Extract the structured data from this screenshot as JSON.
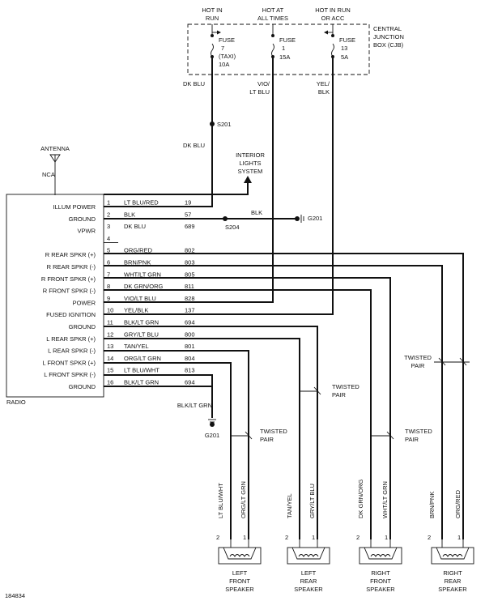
{
  "fuses": [
    {
      "header": [
        "HOT IN",
        "RUN"
      ],
      "label": [
        "FUSE",
        "7",
        "(TAXI)",
        "10A"
      ],
      "wire": [
        "DK BLU"
      ]
    },
    {
      "header": [
        "HOT AT",
        "ALL TIMES"
      ],
      "label": [
        "FUSE",
        "1",
        "15A"
      ],
      "wire": [
        "VIO/",
        "LT BLU"
      ]
    },
    {
      "header": [
        "HOT IN RUN",
        "OR ACC"
      ],
      "label": [
        "FUSE",
        "13",
        "5A"
      ],
      "wire": [
        "YEL/",
        "BLK"
      ]
    }
  ],
  "cjb_label": [
    "CENTRAL",
    "JUNCTION",
    "BOX (CJB)"
  ],
  "splice_s201": "S201",
  "dk_blu_lower": "DK BLU",
  "interior_lights": [
    "INTERIOR",
    "LIGHTS",
    "SYSTEM"
  ],
  "antenna": {
    "label": "ANTENNA",
    "nca": "NCA"
  },
  "radio_label": "RADIO",
  "radio_pins": [
    {
      "num": "1",
      "name": "ILLUM POWER",
      "wire": "LT BLU/RED",
      "circuit": "19"
    },
    {
      "num": "2",
      "name": "GROUND",
      "wire": "BLK",
      "circuit": "57"
    },
    {
      "num": "3",
      "name": "VPWR",
      "wire": "DK BLU",
      "circuit": "689"
    },
    {
      "num": "4",
      "name": "",
      "wire": "",
      "circuit": ""
    },
    {
      "num": "5",
      "name": "R REAR SPKR (+)",
      "wire": "ORG/RED",
      "circuit": "802"
    },
    {
      "num": "6",
      "name": "R REAR SPKR (-)",
      "wire": "BRN/PNK",
      "circuit": "803"
    },
    {
      "num": "7",
      "name": "R FRONT SPKR (+)",
      "wire": "WHT/LT GRN",
      "circuit": "805"
    },
    {
      "num": "8",
      "name": "R FRONT SPKR (-)",
      "wire": "DK GRN/ORG",
      "circuit": "811"
    },
    {
      "num": "9",
      "name": "POWER",
      "wire": "VIO/LT BLU",
      "circuit": "828"
    },
    {
      "num": "10",
      "name": "FUSED IGNITION",
      "wire": "YEL/BLK",
      "circuit": "137"
    },
    {
      "num": "11",
      "name": "GROUND",
      "wire": "BLK/LT GRN",
      "circuit": "694"
    },
    {
      "num": "12",
      "name": "L REAR SPKR (+)",
      "wire": "GRY/LT BLU",
      "circuit": "800"
    },
    {
      "num": "13",
      "name": "L REAR SPKR (-)",
      "wire": "TAN/YEL",
      "circuit": "801"
    },
    {
      "num": "14",
      "name": "L FRONT SPKR (+)",
      "wire": "ORG/LT GRN",
      "circuit": "804"
    },
    {
      "num": "15",
      "name": "L FRONT SPKR (-)",
      "wire": "LT BLU/WHT",
      "circuit": "813"
    },
    {
      "num": "16",
      "name": "GROUND",
      "wire": "BLK/LT GRN",
      "circuit": "694"
    }
  ],
  "s204": {
    "label": "S204",
    "wire": "BLK",
    "ground": "G201"
  },
  "g201_bottom": {
    "wire": "BLK/LT GRN",
    "label": "G201"
  },
  "twisted_pair": [
    "TWISTED",
    "PAIR"
  ],
  "speakers": [
    {
      "name": [
        "LEFT",
        "FRONT",
        "SPEAKER"
      ],
      "left_wire": "LT BLU/WHT",
      "right_wire": "ORG/LT GRN",
      "pin_left": "2",
      "pin_right": "1"
    },
    {
      "name": [
        "LEFT",
        "REAR",
        "SPEAKER"
      ],
      "left_wire": "TAN/YEL",
      "right_wire": "GRY/LT BLU",
      "pin_left": "2",
      "pin_right": "1"
    },
    {
      "name": [
        "RIGHT",
        "FRONT",
        "SPEAKER"
      ],
      "left_wire": "DK GRN/ORG",
      "right_wire": "WHT/LT GRN",
      "pin_left": "2",
      "pin_right": "1"
    },
    {
      "name": [
        "RIGHT",
        "REAR",
        "SPEAKER"
      ],
      "left_wire": "BRN/PNK",
      "right_wire": "ORG/RED",
      "pin_left": "2",
      "pin_right": "1"
    }
  ],
  "figure_number": "184834"
}
